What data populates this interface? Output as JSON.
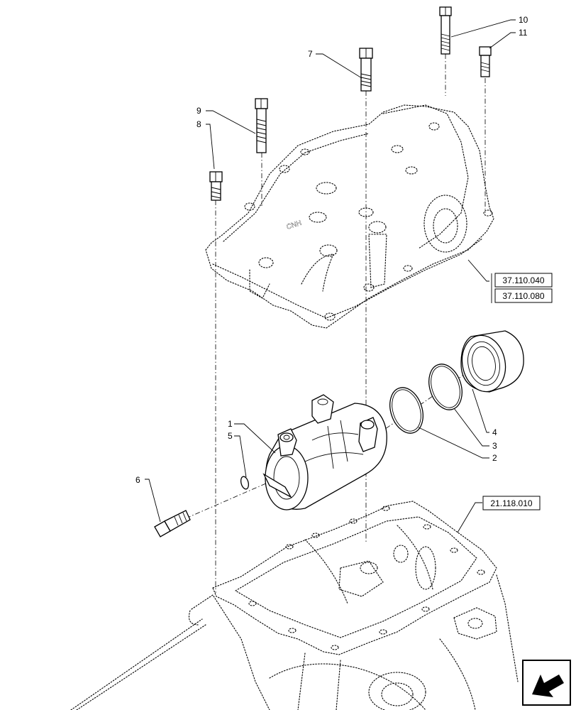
{
  "callouts": [
    "1",
    "2",
    "3",
    "4",
    "5",
    "6",
    "7",
    "8",
    "9",
    "10",
    "11"
  ],
  "references": [
    "37.110.040",
    "37.110.080",
    "21.118.010"
  ],
  "nav_icon": "arrow-back-icon"
}
